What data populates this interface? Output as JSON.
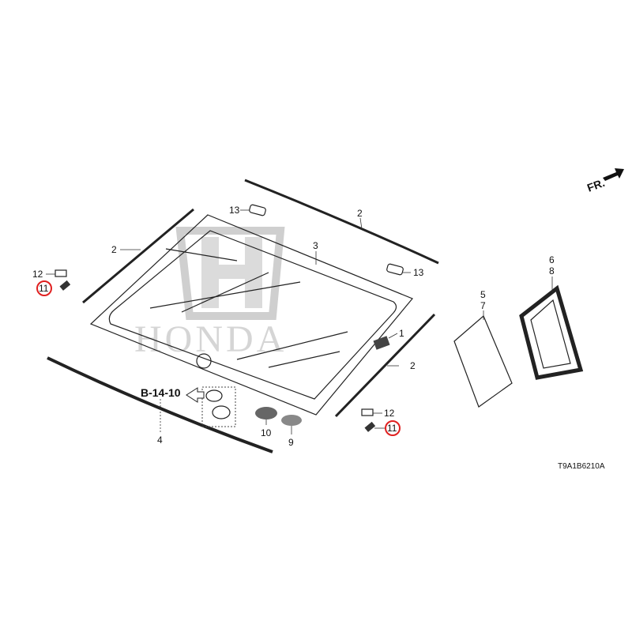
{
  "diagram": {
    "watermark": "HONDA",
    "diagram_code": "T9A1B6210A",
    "front_indicator": "FR.",
    "reference": "B-14-10",
    "highlight_color": "#e02020",
    "callouts": {
      "c13a": "13",
      "c2top": "2",
      "c2left": "2",
      "c3": "3",
      "c12left": "12",
      "c11left": "11",
      "c13b": "13",
      "c6": "6",
      "c8": "8",
      "c5": "5",
      "c7": "7",
      "c1": "1",
      "c2right": "2",
      "c12right": "12",
      "c11right": "11",
      "c10": "10",
      "c9": "9",
      "c4": "4"
    }
  }
}
